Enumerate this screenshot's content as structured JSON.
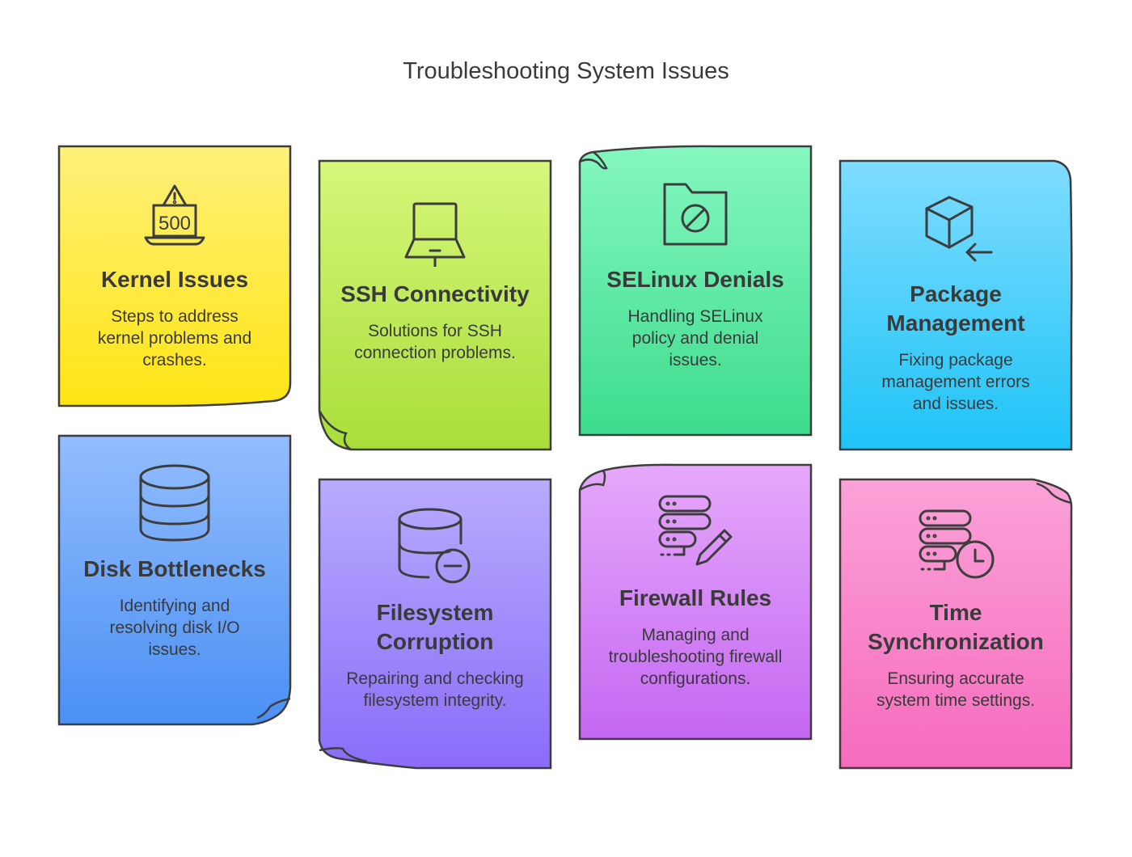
{
  "title": "Troubleshooting System Issues",
  "cards": [
    {
      "heading": "Kernel Issues",
      "description": "Steps to address kernel problems and crashes.",
      "icon": "laptop-warning-500-icon",
      "color_top": "#fff07a",
      "color_bottom": "#ffe514"
    },
    {
      "heading": "SSH Connectivity",
      "description": "Solutions for SSH connection problems.",
      "icon": "laptop-icon",
      "color_top": "#d6f77a",
      "color_bottom": "#a8de3a"
    },
    {
      "heading": "SELinux Denials",
      "description": "Handling SELinux policy and denial issues.",
      "icon": "folder-blocked-icon",
      "color_top": "#85f7c0",
      "color_bottom": "#3ddc8c"
    },
    {
      "heading": "Package Management",
      "description": "Fixing package management errors and issues.",
      "icon": "package-arrow-icon",
      "color_top": "#7fdcff",
      "color_bottom": "#1ec4f7"
    },
    {
      "heading": "Disk Bottlenecks",
      "description": "Identifying and resolving disk I/O issues.",
      "icon": "database-icon",
      "color_top": "#93bdfd",
      "color_bottom": "#4a90f4"
    },
    {
      "heading": "Filesystem Corruption",
      "description": "Repairing and checking filesystem integrity.",
      "icon": "database-minus-icon",
      "color_top": "#b9abfd",
      "color_bottom": "#8a6cf9"
    },
    {
      "heading": "Firewall Rules",
      "description": "Managing and troubleshooting firewall configurations.",
      "icon": "server-edit-icon",
      "color_top": "#e6a8fb",
      "color_bottom": "#c467f2"
    },
    {
      "heading": "Time Synchronization",
      "description": "Ensuring accurate system time settings.",
      "icon": "server-clock-icon",
      "color_top": "#fba2d8",
      "color_bottom": "#f66bbd"
    }
  ]
}
